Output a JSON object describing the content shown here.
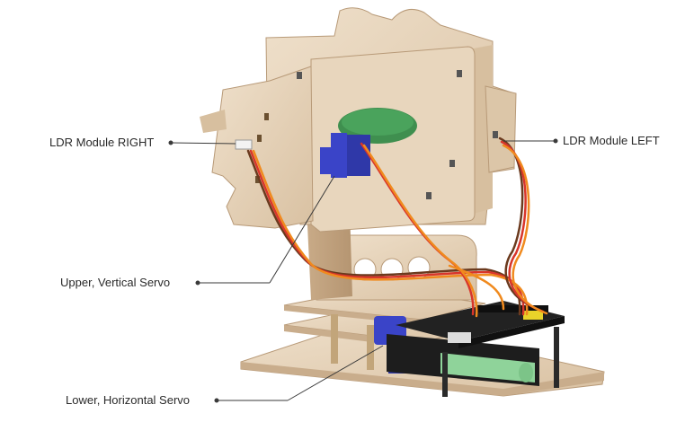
{
  "labels": {
    "ldr_right": "LDR Module RIGHT",
    "ldr_left": "LDR Module LEFT",
    "upper_servo": "Upper, Vertical Servo",
    "lower_servo": "Lower, Horizontal Servo"
  },
  "colors": {
    "wood": "#e3cfb6",
    "wood_edge": "#b89a78",
    "wood_dark": "#c9ad8c",
    "ldr_green": "#3f8f4f",
    "servo_blue": "#3a44c8",
    "pcb_black": "#1d1d1d",
    "battery_green": "#8fd39a",
    "wire_orange": "#f08a1e",
    "wire_red": "#d8362b",
    "wire_brown": "#6b3a1e",
    "callout_line": "#3a3a3a"
  }
}
